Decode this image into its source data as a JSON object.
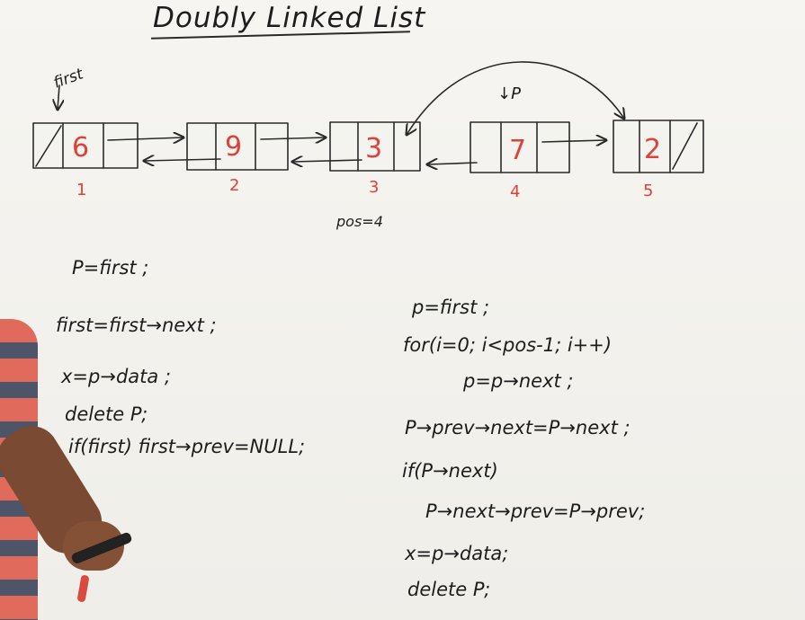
{
  "title": "Doubly Linked List",
  "first_label": "first",
  "p_label": "↓P",
  "nodes": [
    {
      "value": "6",
      "index": "1"
    },
    {
      "value": "9",
      "index": "2"
    },
    {
      "value": "3",
      "index": "3"
    },
    {
      "value": "7",
      "index": "4"
    },
    {
      "value": "2",
      "index": "5"
    }
  ],
  "pos_note": "pos=4",
  "left_code": [
    "P=first ;",
    "first=first→next ;",
    "x=p→data ;",
    "delete P;",
    "if(first)  first→prev=NULL;"
  ],
  "right_code": [
    "p=first ;",
    "for(i=0; i<pos-1; i++)",
    "p=p→next ;",
    "P→prev→next=P→next ;",
    "if(P→next)",
    "P→next→prev=P→prev;",
    "x=p→data;",
    "delete P;"
  ],
  "colors": {
    "ink": "#1d1d1d",
    "value_red": "#e0403a"
  }
}
